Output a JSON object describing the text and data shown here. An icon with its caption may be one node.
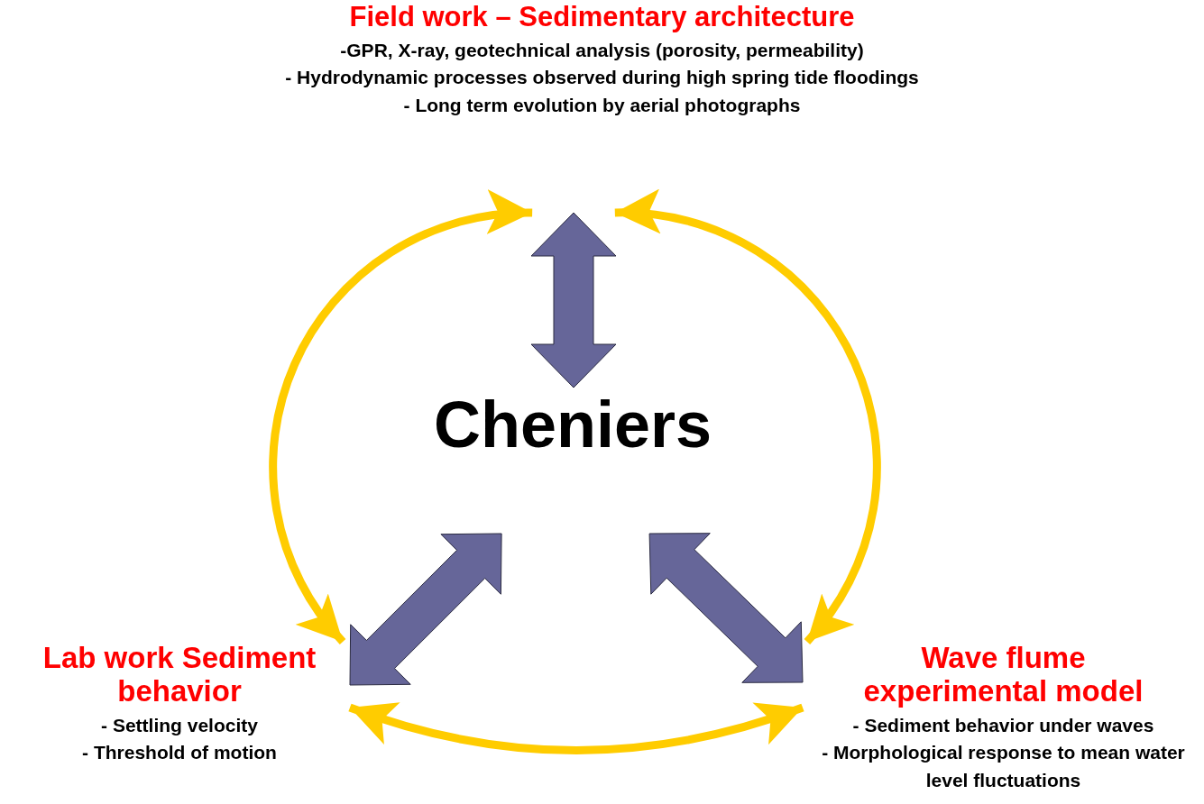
{
  "diagram": {
    "nodes": [
      {
        "text": [
          "Field work – Sedimentary architecture",
          "-GPR, X-ray, geotechnical analysis (porosity, permeability)",
          "- Hydrodynamic processes observed during high spring tide floodings",
          "- Long term evolution by aerial photographs"
        ]
      },
      {
        "text": [
          "Cheniers"
        ]
      },
      {
        "text": [
          "Lab work Sediment behavior",
          "- Settling velocity",
          "- Threshold of motion"
        ]
      },
      {
        "text": [
          "Wave flume experimental model",
          "- Sediment behavior under waves",
          "- Morphological response to mean water level fluctuations"
        ]
      }
    ],
    "edges": [
      {
        "from": 1,
        "to": 0,
        "arrow": "both",
        "style": "thick"
      },
      {
        "from": 1,
        "to": 2,
        "arrow": "both",
        "style": "thick"
      },
      {
        "from": 1,
        "to": 3,
        "arrow": "both",
        "style": "thick"
      },
      {
        "from": 0,
        "to": 2,
        "arrow": "both",
        "color": "#ffcc00"
      },
      {
        "from": 0,
        "to": 3,
        "arrow": "both",
        "color": "#ffcc00"
      },
      {
        "from": 2,
        "to": 3,
        "arrow": "both",
        "color": "#ffcc00"
      }
    ]
  }
}
